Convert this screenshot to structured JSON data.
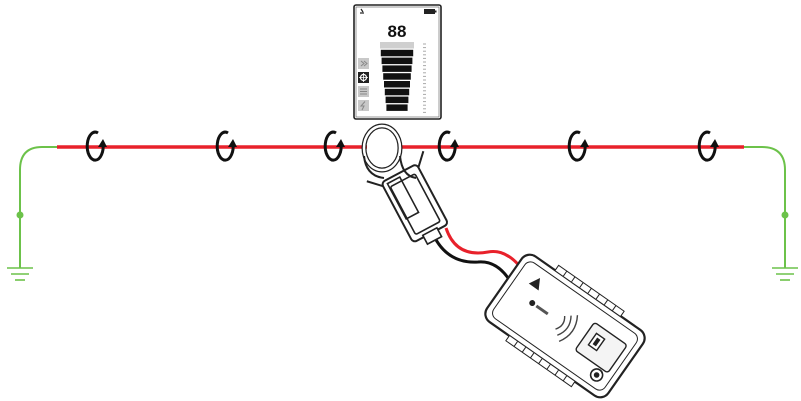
{
  "receiver_display": {
    "reading": "88",
    "signal_bars_lit": 8,
    "signal_bars_total": 9,
    "mode_icons": [
      "double-chevron-icon",
      "locate-target-icon",
      "list-lines-icon",
      "lightning-bolt-icon"
    ],
    "status_icons": [
      "signal-icon",
      "battery-icon"
    ]
  },
  "cable": {
    "color": "#e8212b",
    "ground_lead_color": "#6cc24a",
    "field_rotation_markers": 6
  },
  "transmitter": {
    "body_color": "#ffffff",
    "outline_color": "#222222",
    "lead_colors": [
      "#e8212b",
      "#111111"
    ],
    "icons": [
      "warning-triangle-icon",
      "brand-logo-icon",
      "wireless-signal-icon",
      "power-button-icon"
    ]
  },
  "grounds": [
    "left-earth-ground-icon",
    "right-earth-ground-icon"
  ]
}
